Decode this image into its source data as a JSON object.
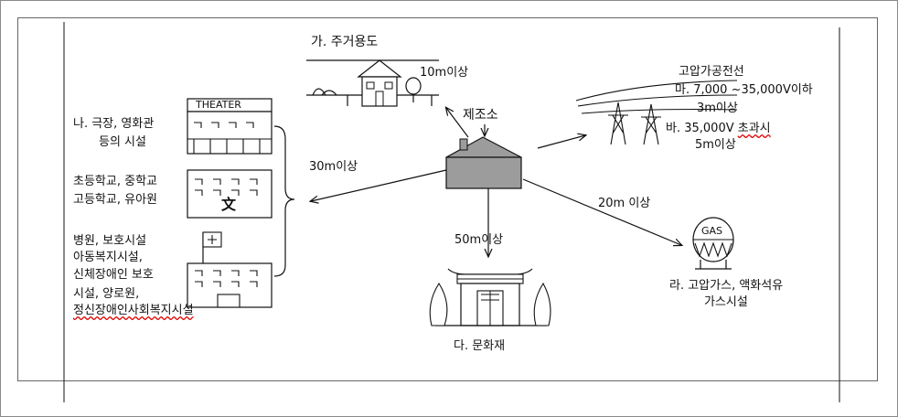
{
  "factory_label": "제조소",
  "residential": {
    "label": "가. 주거용도",
    "distance": "10m이상"
  },
  "theater": {
    "sign": "THEATER",
    "label_1": "나. 극장, 영화관",
    "label_2": "등의 시설"
  },
  "school": {
    "glyph": "文",
    "label_1": "초등학교, 중학교",
    "label_2": "고등학교, 유아원"
  },
  "hospital": {
    "label_1": "병원, 보호시설",
    "label_2": "아동복지시설,",
    "label_3": "신체장애인 보호",
    "label_4": "시설, 양로원,",
    "label_5": "정신장애인사회복지시설"
  },
  "group_distance": "30m이상",
  "heritage": {
    "label": "다. 문화재",
    "distance": "50m이상"
  },
  "gas": {
    "tank_text": "GAS",
    "label_1": "라. 고압가스, 액화석유",
    "label_2": "가스시설",
    "distance": "20m 이상"
  },
  "power_line": {
    "title": "고압가공전선",
    "ma_range": "마. 7,000 ~35,000V이하",
    "ma_distance": "3m이상",
    "ba_range_prefix": "바. 35,000V",
    "ba_range_suffix": "초과시",
    "ba_distance": "5m이상"
  }
}
